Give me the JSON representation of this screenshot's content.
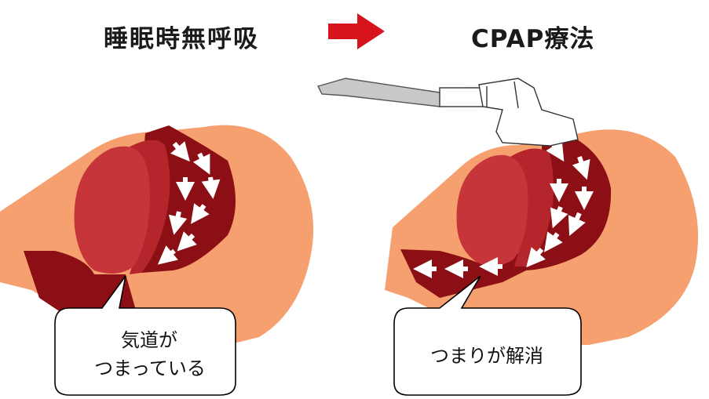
{
  "title_left": "睡眠時無呼吸",
  "title_right": "CPAP療法",
  "callout_left": {
    "line1": "気道が",
    "line2": "つまっている"
  },
  "callout_right": "つまりが解消",
  "colors": {
    "skin": "#F5A06E",
    "airway": "#8B0F14",
    "tongue": "#C5353A",
    "arrow": "#D8141C",
    "flow_arrows": "#FFFFFF",
    "mask": "#FFFFFF",
    "tube": "#C8C8C8"
  },
  "icons": [
    "right-arrow-icon",
    "airflow-arrow-icon",
    "cpap-mask-icon"
  ]
}
